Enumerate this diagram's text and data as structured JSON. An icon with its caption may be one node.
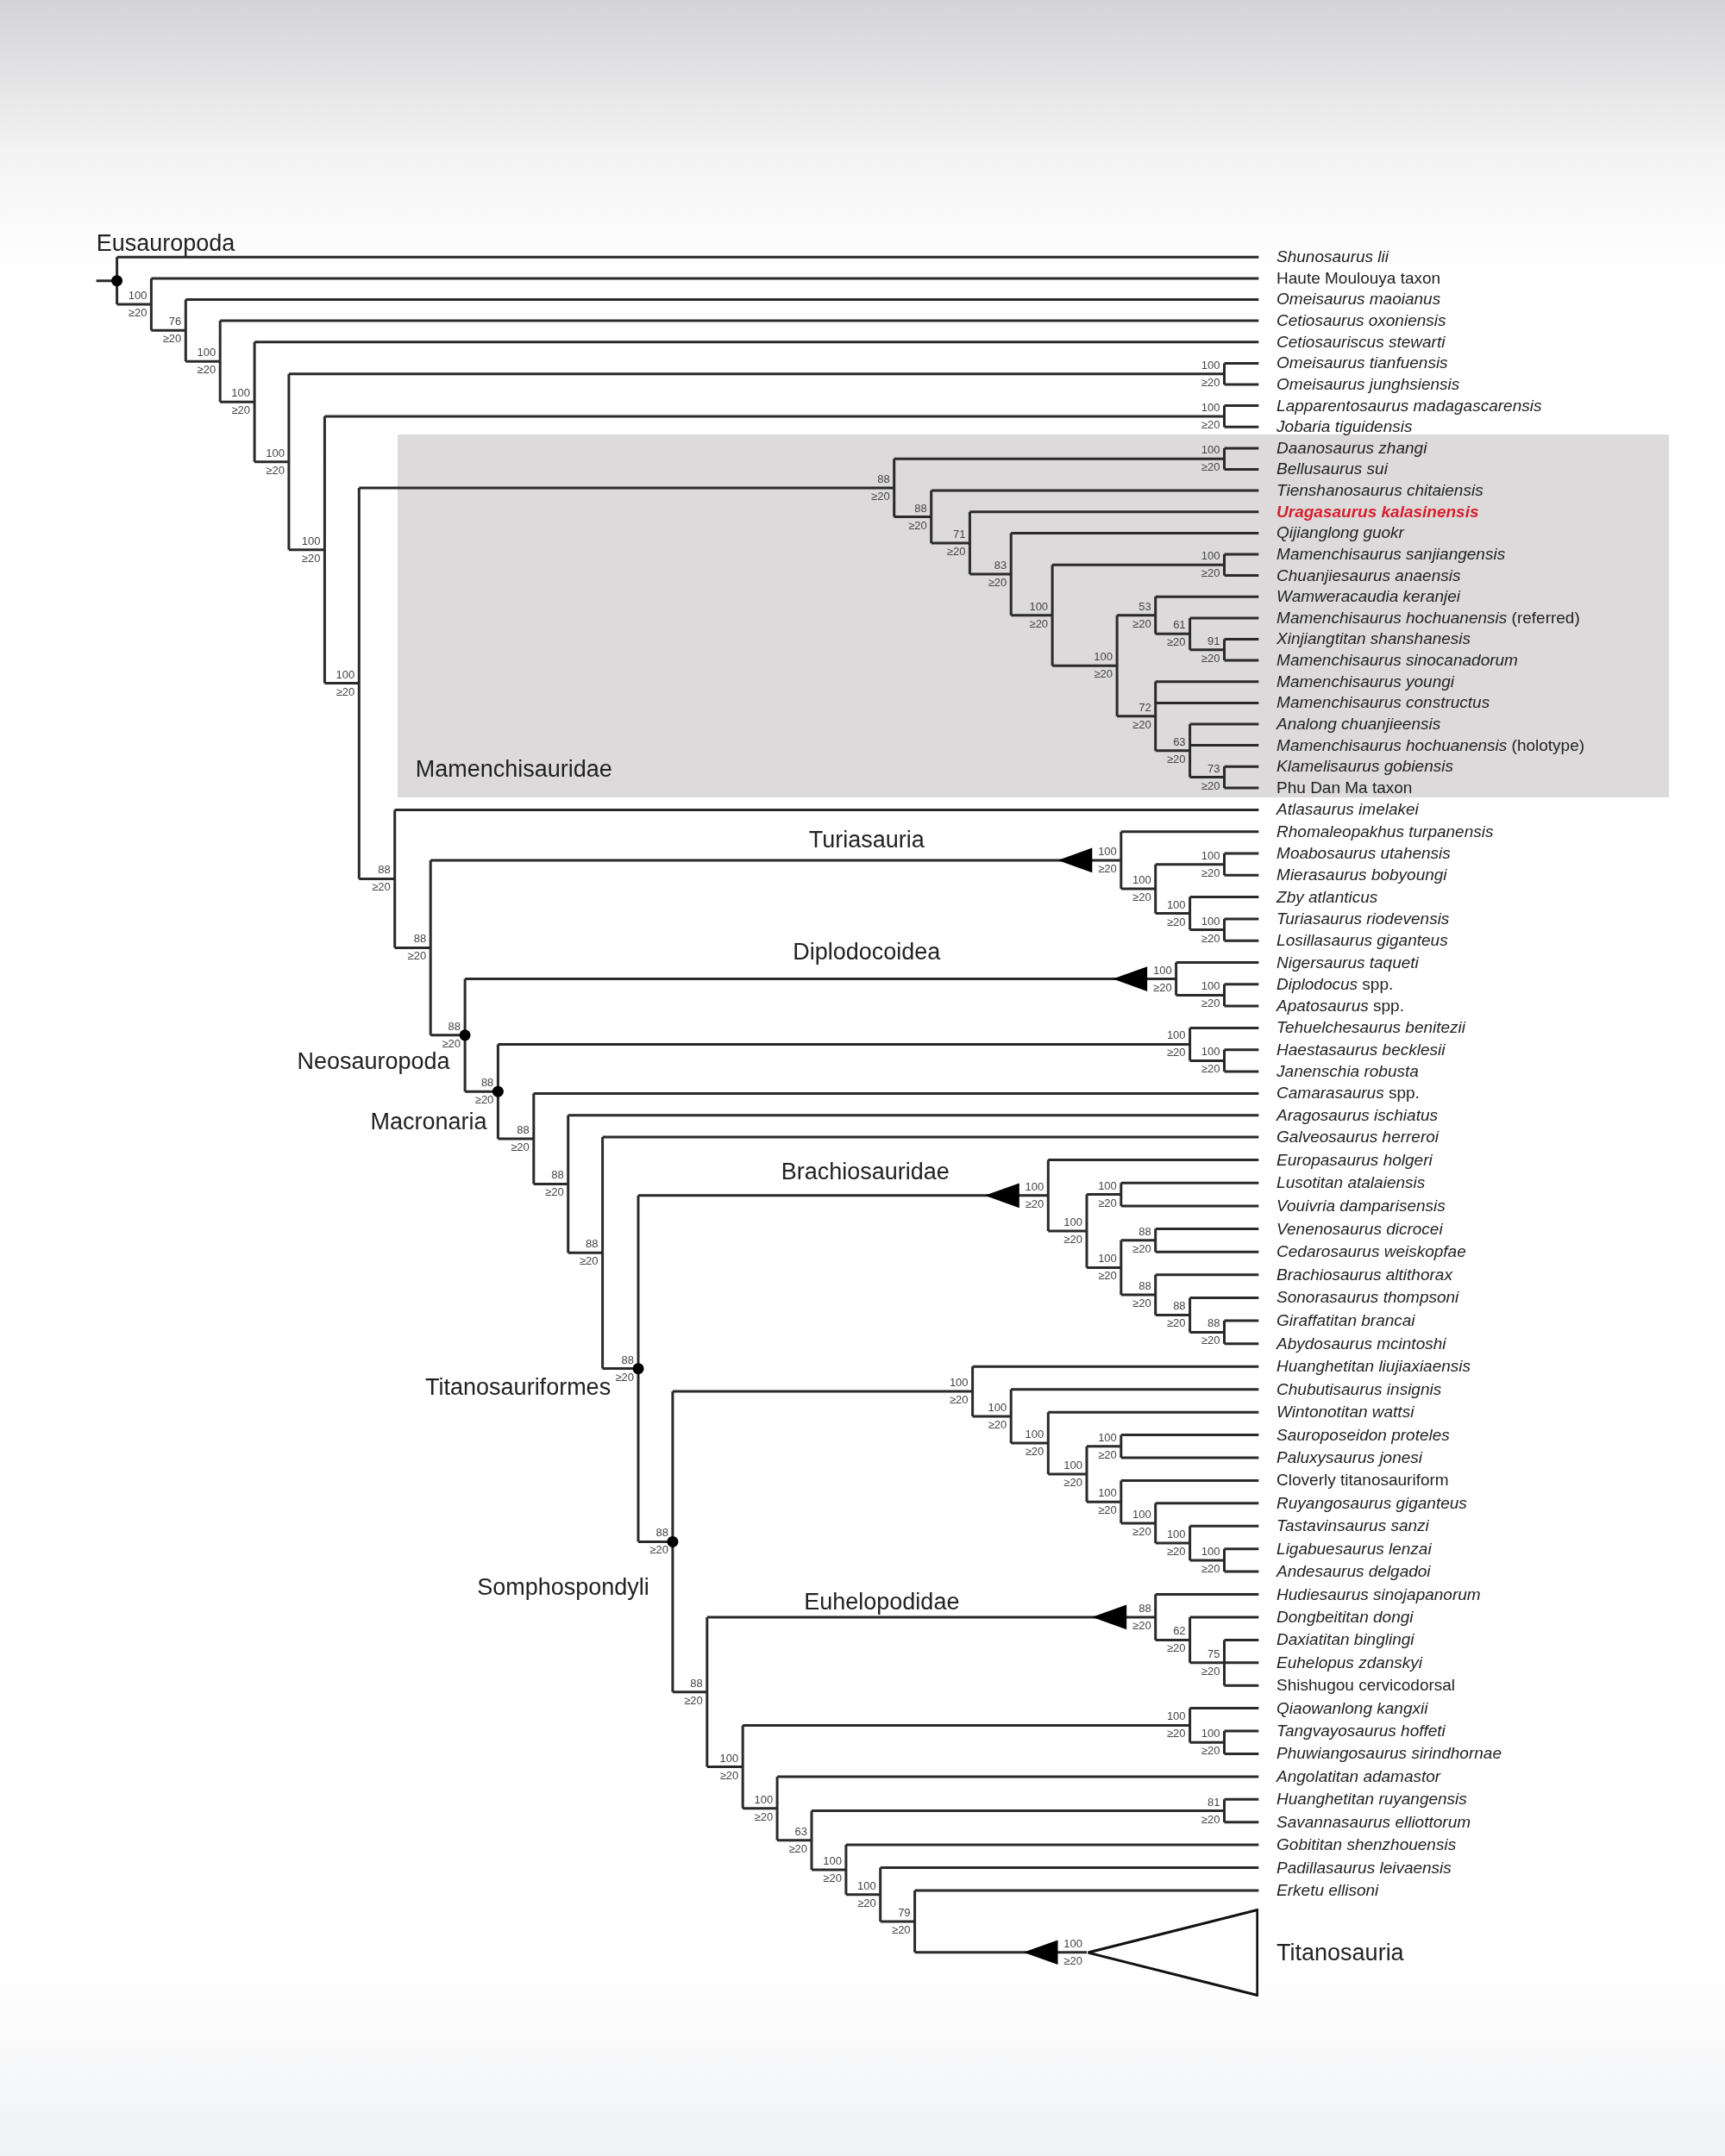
{
  "diagram": {
    "nodes": [
      {
        "text": [
          "Mamenchisauridae"
        ]
      },
      {
        "text": [],
        "shape": "triangle",
        "beside": [
          "Titanosauria"
        ]
      }
    ],
    "labels": [
      "Eusauropoda",
      "Shunosaurus lii",
      "Haute Moulouya taxon",
      "Omeisaurus maoianus",
      "Cetiosaurus oxoniensis",
      "Cetiosauriscus stewarti",
      "Omeisaurus tianfuensis",
      "Omeisaurus junghsiensis",
      "Lapparentosaurus madagascarensis",
      "Jobaria tiguidensis",
      "Daanosaurus zhangi",
      "Bellusaurus sui",
      "Tienshanosaurus chitaiensis",
      "Uragasaurus kalasinensis",
      "Qijianglong guokr",
      "Mamenchisaurus sanjiangensis",
      "Chuanjiesaurus anaensis",
      "Wamweracaudia keranjei",
      "*Mamenchisaurus hochuanensis* (referred)",
      "Xinjiangtitan shanshanesis",
      "Mamenchisaurus sinocanadorum",
      "Mamenchisaurus youngi",
      "Mamenchisaurus constructus",
      "Analong chuanjieensis",
      "*Mamenchisaurus hochuanensis* (holotype)",
      "Klamelisaurus gobiensis",
      "Phu Dan Ma taxon",
      "Atlasaurus imelakei",
      "Rhomaleopakhus turpanensis",
      "Moabosaurus utahensis",
      "Mierasaurus bobyoungi",
      "Zby atlanticus",
      "Turiasaurus riodevensis",
      "Losillasaurus giganteus",
      "Nigersaurus taqueti",
      "*Diplodocus* spp.",
      "*Apatosaurus* spp.",
      "Tehuelchesaurus benitezii",
      "Haestasaurus becklesii",
      "Janenschia robusta",
      "*Camarasaurus* spp.",
      "Aragosaurus ischiatus",
      "Galveosaurus herreroi",
      "Europasaurus holgeri",
      "Lusotitan atalaiensis",
      "Vouivria damparisensis",
      "Venenosaurus dicrocei",
      "Cedarosaurus weiskopfae",
      "Brachiosaurus altithorax",
      "Sonorasaurus thompsoni",
      "Giraffatitan brancai",
      "Abydosaurus mcintoshi",
      "Huanghetitan liujiaxiaensis",
      "Chubutisaurus insignis",
      "Wintonotitan wattsi",
      "Sauroposeidon proteles",
      "Paluxysaurus jonesi",
      "Cloverly titanosauriform",
      "Ruyangosaurus giganteus",
      "Tastavinsaurus sanzi",
      "Ligabuesaurus lenzai",
      "Andesaurus delgadoi",
      "Hudiesaurus sinojapanorum",
      "Dongbeititan dongi",
      "Daxiatitan binglingi",
      "Euhelopus zdanskyi",
      "Shishugou cervicodorsal",
      "Qiaowanlong kangxii",
      "Tangvayosaurus hoffeti",
      "Phuwiangosaurus sirindhornae",
      "Angolatitan adamastor",
      "Huanghetitan ruyangensis",
      "Savannasaurus elliottorum",
      "Gobititan shenzhouensis",
      "Padillasaurus leivaensis",
      "Erketu ellisoni",
      "Turiasauria",
      "Diplodocoidea",
      "Neosauropoda",
      "Macronaria",
      "Brachiosauridae",
      "Titanosauriformes",
      "Somphospondyli",
      "Euhelopodidae",
      "100",
      "≥20",
      "76",
      "≥20",
      "100",
      "≥20",
      "100",
      "≥20",
      "100",
      "≥20",
      "100",
      "≥20",
      "100",
      "≥20",
      "100",
      "≥20",
      "100",
      "≥20",
      "88",
      "≥20",
      "100",
      "≥20",
      "88",
      "≥20",
      "71",
      "≥20",
      "83",
      "≥20",
      "100",
      "≥20",
      "100",
      "≥20",
      "100",
      "≥20",
      "53",
      "≥20",
      "61",
      "≥20",
      "91",
      "≥20",
      "72",
      "≥20",
      "63",
      "≥20",
      "73",
      "≥20",
      "88",
      "≥20",
      "88",
      "≥20",
      "100",
      "≥20",
      "100",
      "≥20",
      "100",
      "≥20",
      "100",
      "≥20",
      "100",
      "≥20",
      "88",
      "≥20",
      "100",
      "≥20",
      "100",
      "≥20",
      "88",
      "≥20",
      "100",
      "≥20",
      "100",
      "≥20",
      "88",
      "≥20",
      "88",
      "≥20",
      "88",
      "≥20",
      "88",
      "≥20",
      "100",
      "≥20",
      "100",
      "≥20",
      "100",
      "≥20",
      "100",
      "≥20",
      "88",
      "≥20",
      "88",
      "≥20",
      "88",
      "≥20",
      "88",
      "≥20",
      "88",
      "≥20",
      "100",
      "≥20",
      "100",
      "≥20",
      "100",
      "≥20",
      "100",
      "≥20",
      "100",
      "≥20",
      "100",
      "≥20",
      "100",
      "≥20",
      "100",
      "≥20",
      "100",
      "≥20",
      "88",
      "≥20",
      "88",
      "≥20",
      "62",
      "≥20",
      "75",
      "≥20",
      "100",
      "≥20",
      "100",
      "≥20",
      "100",
      "≥20",
      "100",
      "≥20",
      "63",
      "≥20",
      "81",
      "≥20",
      "100",
      "≥20",
      "100",
      "≥20",
      "79",
      "≥20",
      "100",
      "≥20"
    ]
  }
}
